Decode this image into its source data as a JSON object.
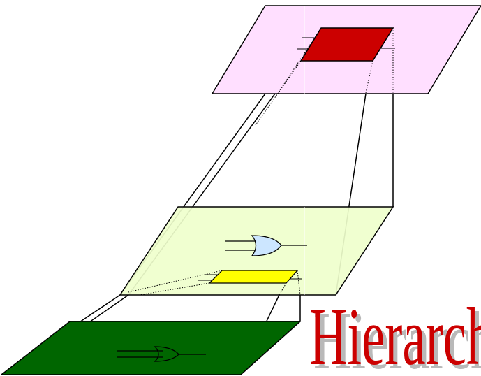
{
  "title": {
    "text": "Hierarchy"
  },
  "levels": [
    {
      "name": "top-plane",
      "color": "#ffdfff",
      "block_color": "#cc0000"
    },
    {
      "name": "middle-plane",
      "color": "#efffcc",
      "block_color": "#ffff00",
      "gate_fill": "#cce6ff"
    },
    {
      "name": "bottom-plane",
      "color": "#006600"
    }
  ],
  "colors": {
    "line": "#000000",
    "title": "#cc0000",
    "title_shadow": "#b9b9b9"
  }
}
